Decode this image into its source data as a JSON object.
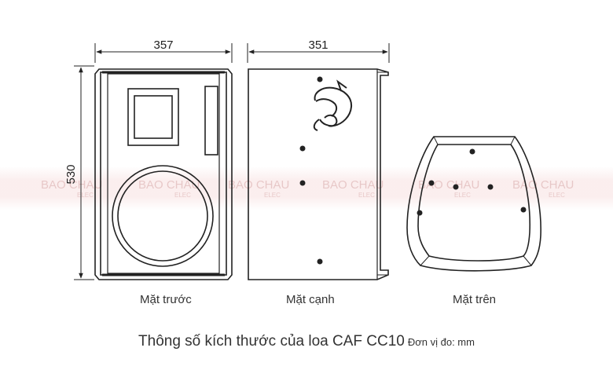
{
  "dimensions": {
    "front_width": "357",
    "side_depth": "351",
    "height": "530"
  },
  "captions": {
    "front": "Mặt trước",
    "side": "Mặt cạnh",
    "top": "Mặt trên"
  },
  "title": {
    "main": "Thông số kích thước của loa CAF CC10",
    "unit": "Đơn vị đo: mm"
  },
  "watermark": {
    "brand": "BAO CHAU",
    "sub": "ELEC"
  },
  "colors": {
    "line": "#222222",
    "watermark": "#d8a8a8"
  }
}
